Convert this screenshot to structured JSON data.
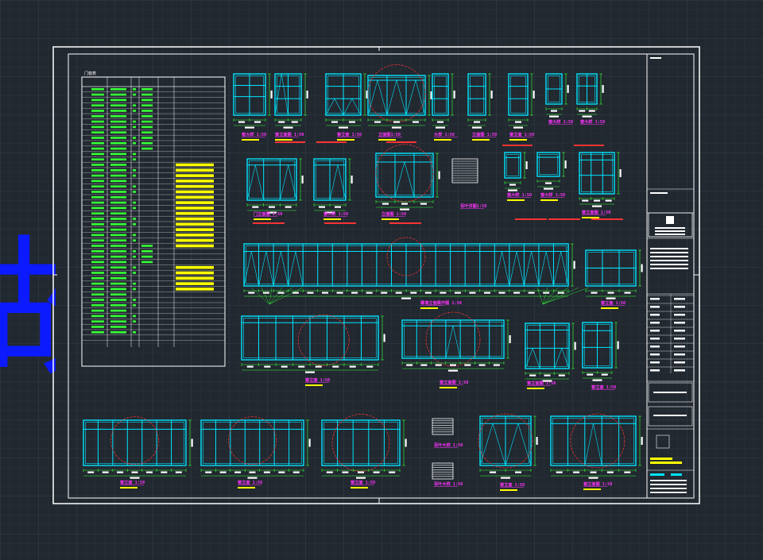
{
  "watermark": {
    "glyph": "故"
  },
  "schedule": {
    "title": "门窗表"
  },
  "elevations": {
    "labels": {
      "w1": "窗大样 1:50",
      "w2": "窗立面图 1:50",
      "w3": "窗立面 1:50",
      "w4": "立面图1:50",
      "w5": "大样 1:50",
      "w6": "立面图 1:50",
      "w7": "窗立面 1:50",
      "w8": "窗大样 1:50",
      "w9": "窗大样 1:50",
      "d1": "门立面图 1:50",
      "d2": "窗大样 1:50",
      "d3": "立面图 1:50",
      "d4": "百叶详图1:50",
      "d5": "窗大样 1:50",
      "d6": "窗大样 1:50",
      "d7": "窗立面图 1:50",
      "long": "幕墙立面展开图 1:50",
      "side": "窗立面 1:50",
      "m1": "窗立面 1:50",
      "m2": "窗立面图 1:50",
      "m3": "窗立面图 1:50",
      "m4": "窗立面 1:50",
      "b1": "窗立面 1:50",
      "b2": "窗立面 1:50",
      "b3": "窗立面 1:50",
      "b4": "百叶大样 1:50",
      "b5": "百叶大样 1:50",
      "b6": "窗立面 1:50",
      "b7": "窗立面图 1:50"
    }
  },
  "colors": {
    "frame": "#ffffff",
    "glazing": "#00e5ff",
    "dimension": "#35ff35",
    "label": "#ff33ff",
    "note": "#ffff00",
    "arc": "#ff3333",
    "highlight": "#ffff00",
    "watermark": "#0b1aff"
  }
}
